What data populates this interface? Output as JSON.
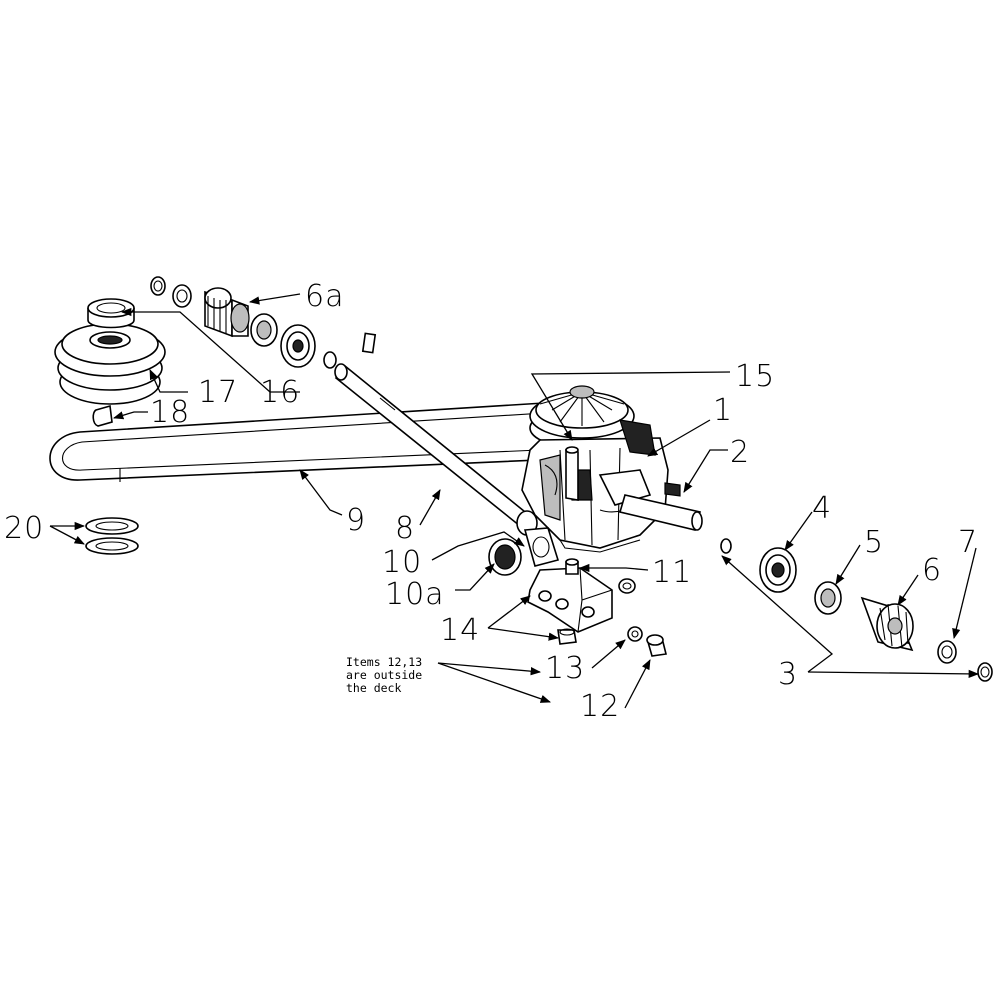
{
  "callouts": [
    {
      "id": "c1",
      "label": "1"
    },
    {
      "id": "c2",
      "label": "2"
    },
    {
      "id": "c3",
      "label": "3"
    },
    {
      "id": "c4",
      "label": "4"
    },
    {
      "id": "c5",
      "label": "5"
    },
    {
      "id": "c6",
      "label": "6"
    },
    {
      "id": "c6a",
      "label": "6a"
    },
    {
      "id": "c7",
      "label": "7"
    },
    {
      "id": "c8",
      "label": "8"
    },
    {
      "id": "c9",
      "label": "9"
    },
    {
      "id": "c10",
      "label": "10"
    },
    {
      "id": "c10a",
      "label": "10a"
    },
    {
      "id": "c11",
      "label": "11"
    },
    {
      "id": "c12",
      "label": "12"
    },
    {
      "id": "c13",
      "label": "13"
    },
    {
      "id": "c14",
      "label": "14"
    },
    {
      "id": "c15",
      "label": "15"
    },
    {
      "id": "c16",
      "label": "16"
    },
    {
      "id": "c17",
      "label": "17"
    },
    {
      "id": "c18",
      "label": "18"
    },
    {
      "id": "c20",
      "label": "20"
    }
  ],
  "note": {
    "line1": "Items 12,13",
    "line2": "are outside",
    "line3": "the deck"
  },
  "colors": {
    "ink": "#000000",
    "background": "#ffffff",
    "shade": "#bdbdbd"
  }
}
